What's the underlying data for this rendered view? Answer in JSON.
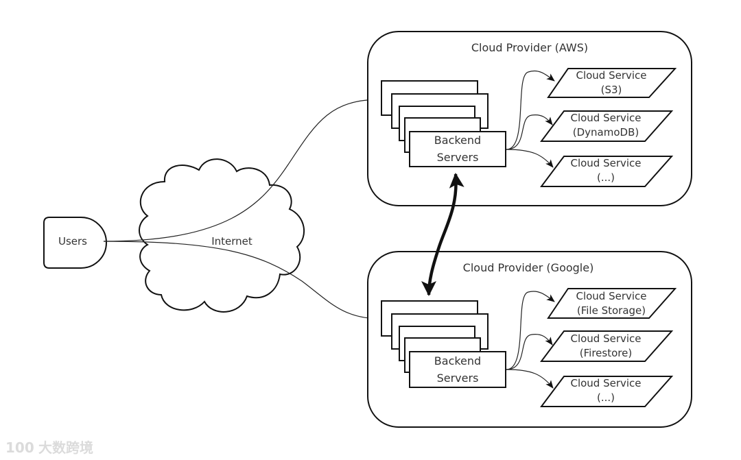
{
  "users": {
    "label": "Users"
  },
  "internet": {
    "label": "Internet"
  },
  "providers": [
    {
      "title": "Cloud Provider (AWS)",
      "servers": {
        "line1": "Backend",
        "line2": "Servers"
      },
      "services": [
        {
          "line1": "Cloud Service",
          "line2": "(S3)"
        },
        {
          "line1": "Cloud Service",
          "line2": "(DynamoDB)"
        },
        {
          "line1": "Cloud Service",
          "line2": "(...)"
        }
      ]
    },
    {
      "title": "Cloud Provider (Google)",
      "servers": {
        "line1": "Backend",
        "line2": "Servers"
      },
      "services": [
        {
          "line1": "Cloud Service",
          "line2": "(File Storage)"
        },
        {
          "line1": "Cloud Service",
          "line2": "(Firestore)"
        },
        {
          "line1": "Cloud Service",
          "line2": "(...)"
        }
      ]
    }
  ],
  "watermark": {
    "logo": "100",
    "text": "大数跨境"
  }
}
